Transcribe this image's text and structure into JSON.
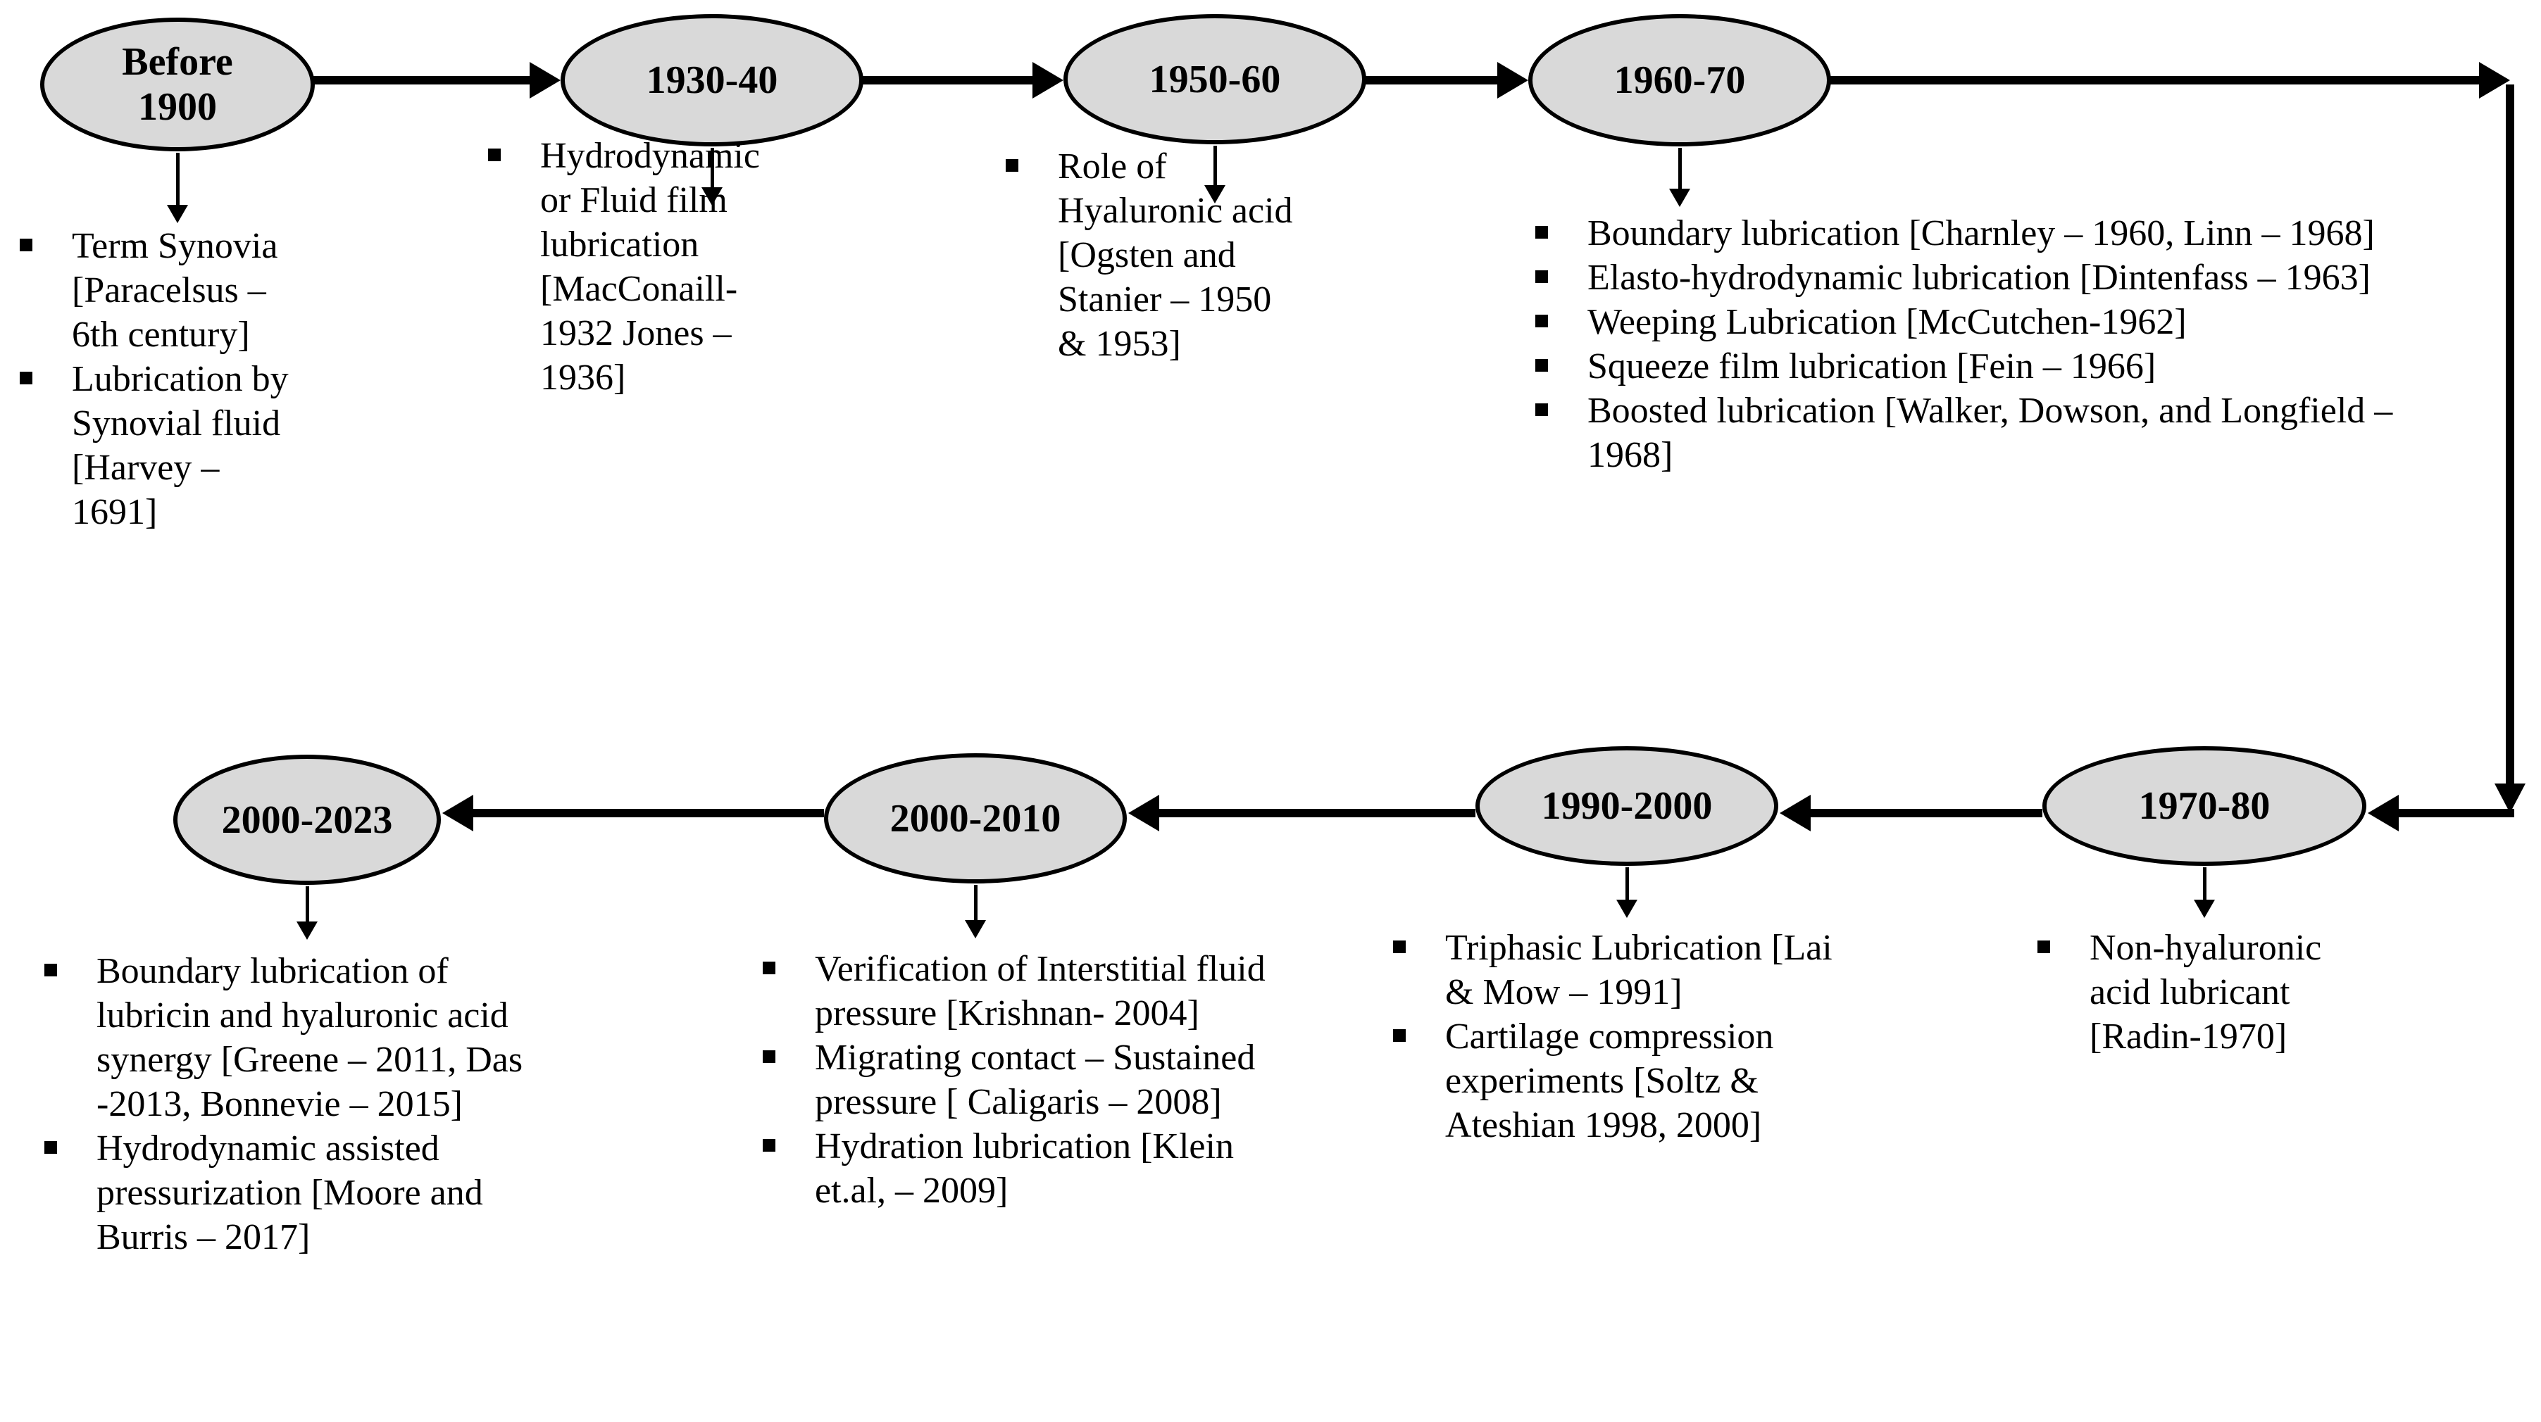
{
  "colors": {
    "background": "#ffffff",
    "node_fill": "#d9d9d9",
    "node_border": "#000000",
    "arrow": "#000000",
    "text": "#000000"
  },
  "nodes": [
    {
      "id": "before-1900",
      "label": "Before 1900",
      "bullets": [
        "Term Synovia [Paracelsus – 6th century]",
        "Lubrication by Synovial fluid [Harvey – 1691]"
      ]
    },
    {
      "id": "1930-40",
      "label": "1930-40",
      "bullets": [
        "Hydrodynamic or Fluid film lubrication [MacConaill- 1932 Jones – 1936]"
      ]
    },
    {
      "id": "1950-60",
      "label": "1950-60",
      "bullets": [
        "Role of Hyaluronic acid [Ogsten and Stanier – 1950 & 1953]"
      ]
    },
    {
      "id": "1960-70",
      "label": "1960-70",
      "bullets": [
        "Boundary lubrication [Charnley – 1960, Linn – 1968]",
        "Elasto-hydrodynamic lubrication [Dintenfass – 1963]",
        "Weeping Lubrication [McCutchen-1962]",
        "Squeeze film lubrication [Fein – 1966]",
        "Boosted lubrication [Walker, Dowson, and Longfield – 1968]"
      ]
    },
    {
      "id": "1970-80",
      "label": "1970-80",
      "bullets": [
        "Non-hyaluronic acid lubricant [Radin-1970]"
      ]
    },
    {
      "id": "1990-2000",
      "label": "1990-2000",
      "bullets": [
        "Triphasic Lubrication [Lai & Mow – 1991]",
        "Cartilage compression experiments [Soltz & Ateshian 1998, 2000]"
      ]
    },
    {
      "id": "2000-2010",
      "label": "2000-2010",
      "bullets": [
        "Verification of Interstitial fluid pressure [Krishnan- 2004]",
        "Migrating contact – Sustained pressure [ Caligaris – 2008]",
        "Hydration lubrication [Klein et.al, – 2009]"
      ]
    },
    {
      "id": "2000-2023",
      "label": "2000-2023",
      "bullets": [
        "Boundary lubrication of lubricin and hyaluronic acid synergy [Greene – 2011, Das -2013, Bonnevie – 2015]",
        "Hydrodynamic assisted pressurization [Moore and Burris – 2017]"
      ]
    }
  ]
}
